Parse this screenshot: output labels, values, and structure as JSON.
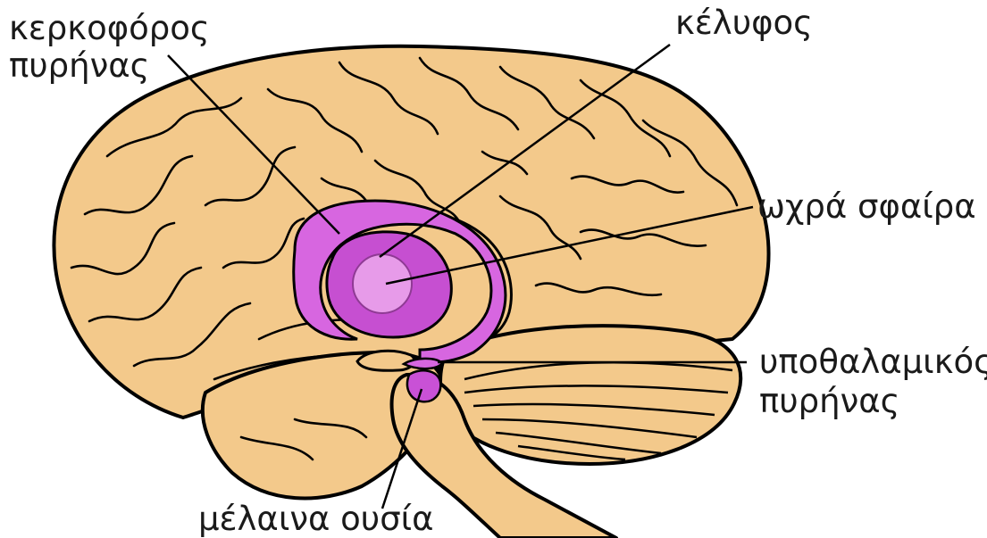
{
  "labels": {
    "caudate_line1": "κερκοφόρος",
    "caudate_line2": "πυρήνας",
    "putamen": "κέλυφος",
    "globus_pallidus": "ωχρά σφαίρα",
    "subthalamic_line1": "υποθαλαμικός",
    "subthalamic_line2": "πυρήνας",
    "substantia_nigra": "μέλαινα ουσία"
  },
  "colors": {
    "brain_fill": "#f3c98b",
    "outline": "#000000",
    "caudate": "#d766e0",
    "putamen": "#c64fd1",
    "globus_pallidus": "#e79be9",
    "nigra": "#c951d6"
  }
}
